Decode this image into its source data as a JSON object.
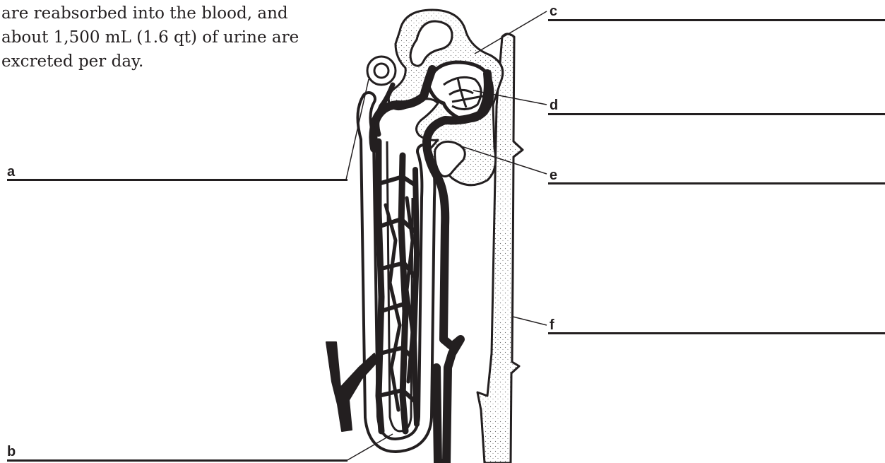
{
  "intro_text": {
    "line1": "are reabsorbed into the blood, and",
    "line2": "about 1,500 mL (1.6 qt) of urine are",
    "line3": "excreted per day."
  },
  "labels": {
    "a": "a",
    "b": "b",
    "c": "c",
    "d": "d",
    "e": "e",
    "f": "f"
  },
  "colors": {
    "ink": "#231f20",
    "tubule_fill": "#ffffff",
    "stipple": "#6b6b6b"
  }
}
